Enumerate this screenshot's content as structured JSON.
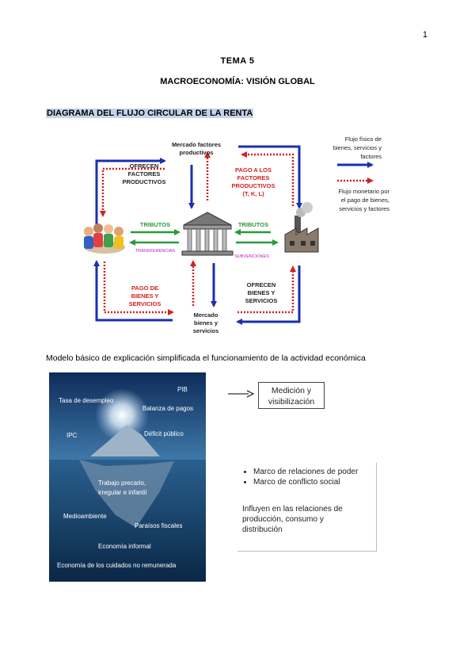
{
  "page_number": "1",
  "title": "TEMA 5",
  "subtitle": "MACROECONOMÍA: VISIÓN GLOBAL",
  "section_heading": "DIAGRAMA DEL FLUJO CIRCULAR DE LA RENTA",
  "diagram": {
    "market_factors": [
      "Mercado factores",
      "productivos"
    ],
    "market_goods": [
      "Mercado",
      "bienes y",
      "servicios"
    ],
    "offer_factors": [
      "OFRECEN",
      "FACTORES",
      "PRODUCTIVOS"
    ],
    "payment_factors": [
      "PAGO A LOS",
      "FACTORES",
      "PRODUCTIVOS",
      "(T, K, L)"
    ],
    "payment_goods": [
      "PAGO DE",
      "BIENES Y",
      "SERVICIOS"
    ],
    "offer_goods": [
      "OFRECEN",
      "BIENES Y",
      "SERVICIOS"
    ],
    "tributos_left": "TRIBUTOS",
    "tributos_right": "TRIBUTOS",
    "transferencias": "TRANSFERENCIAS",
    "subvenciones": "SUBVENCIONES",
    "legend_physical": [
      "Flujo físico de",
      "bienes, servicios y",
      "factores"
    ],
    "legend_monetary": [
      "Flujo monetario por",
      "el pago de bienes,",
      "servicios y factores"
    ],
    "colors": {
      "physical": "#1a2fb0",
      "monetary": "#d42020",
      "tributos": "#2a9a3a",
      "subsidy": "#b020c0"
    }
  },
  "caption": "Modelo básico de explicación simplificada el funcionamiento de la actividad económica",
  "iceberg": {
    "tasa": "Tasa de desempleo",
    "pib": "PIB",
    "balanza": "Balanza de pagos",
    "ipc": "IPC",
    "deficit": "Déficit público",
    "trabajo": [
      "Trabajo precario,",
      "irregular e infantil"
    ],
    "medioambiente": "Medioambiente",
    "paraisos": "Paraísos fiscales",
    "informal": "Economía informal",
    "cuidados": "Economía de los cuidados no remunerada"
  },
  "box_measure": [
    "Medición y",
    "visibilización"
  ],
  "box_relations": {
    "bullets": [
      "Marco de relaciones de poder",
      "Marco de conflicto social"
    ],
    "influence": [
      "Influyen en las relaciones de",
      "producción, consumo y",
      "distribución"
    ]
  }
}
